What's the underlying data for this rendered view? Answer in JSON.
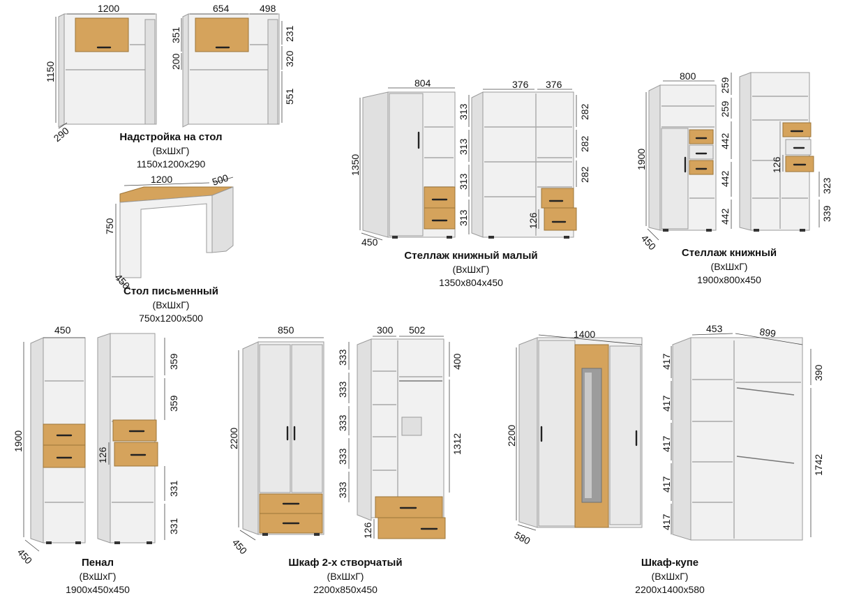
{
  "products": [
    {
      "name": "Надстройка на стол",
      "dims_label": "(ВхШхГ)",
      "size": "1150x1200x290",
      "dims": [
        "1200",
        "1150",
        "290",
        "654",
        "498",
        "351",
        "200",
        "231",
        "320",
        "551"
      ]
    },
    {
      "name": "Стол письменный",
      "dims_label": "(ВхШхГ)",
      "size": "750x1200x500",
      "dims": [
        "1200",
        "500",
        "750",
        "450"
      ]
    },
    {
      "name": "Стеллаж книжный малый",
      "dims_label": "(ВхШхГ)",
      "size": "1350x804x450",
      "dims": [
        "804",
        "1350",
        "450",
        "376",
        "376",
        "313",
        "313",
        "313",
        "313",
        "282",
        "282",
        "282",
        "126"
      ]
    },
    {
      "name": "Стеллаж книжный",
      "dims_label": "(ВхШхГ)",
      "size": "1900x800x450",
      "dims": [
        "800",
        "1900",
        "450",
        "259",
        "259",
        "442",
        "442",
        "442",
        "126",
        "323",
        "339"
      ]
    },
    {
      "name": "Пенал",
      "dims_label": "(ВхШхГ)",
      "size": "1900x450x450",
      "dims": [
        "450",
        "1900",
        "450",
        "359",
        "359",
        "126",
        "331",
        "331"
      ]
    },
    {
      "name": "Шкаф 2-х створчатый",
      "dims_label": "(ВхШхГ)",
      "size": "2200x850x450",
      "dims": [
        "850",
        "2200",
        "450",
        "300",
        "502",
        "333",
        "333",
        "333",
        "333",
        "333",
        "400",
        "1312",
        "126"
      ]
    },
    {
      "name": "Шкаф-купе",
      "dims_label": "(ВхШхГ)",
      "size": "2200x1400x580",
      "dims": [
        "1400",
        "2200",
        "580",
        "453",
        "899",
        "417",
        "417",
        "417",
        "417",
        "417",
        "390",
        "1742"
      ]
    }
  ],
  "colors": {
    "oak": "#d5a35c",
    "white_body": "#f1f1f1",
    "edge": "#9a9a9a"
  }
}
